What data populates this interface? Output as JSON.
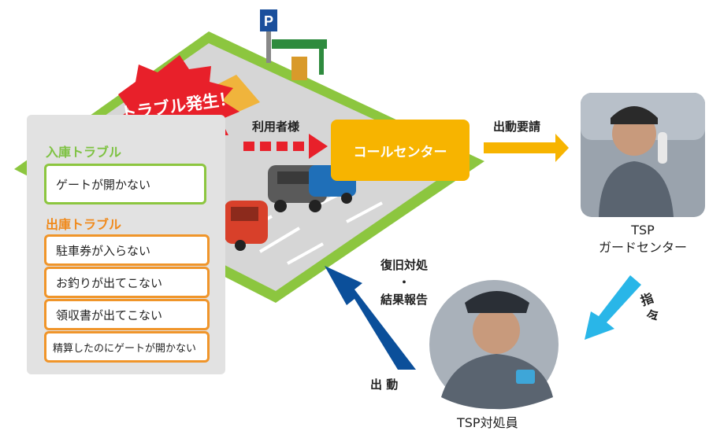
{
  "burst": {
    "text": "トラブル発生！"
  },
  "user_label": "利用者様",
  "call_center": "コールセンター",
  "dispatch_request": "出動要請",
  "guard_center": {
    "line1": "TSP",
    "line2": "ガードセンター"
  },
  "instruction": "指令",
  "responder": "TSP対処員",
  "dispatch": "出 動",
  "recovery": {
    "line1": "復旧対処",
    "line2": "・",
    "line3": "結果報告"
  },
  "parking_sign": "P",
  "entry": {
    "title": "入庫トラブル",
    "items": [
      "ゲートが開かない"
    ]
  },
  "exit": {
    "title": "出庫トラブル",
    "items": [
      "駐車券が入らない",
      "お釣りが出てこない",
      "領収書が出てこない",
      "精算したのにゲートが開かない"
    ]
  },
  "colors": {
    "green": "#8cc63f",
    "orange": "#f0952a",
    "callcenter_yellow": "#f7b400",
    "burst_red": "#e8202a",
    "arrow_navy": "#0b4f9a",
    "arrow_cyan": "#29b6e8"
  }
}
